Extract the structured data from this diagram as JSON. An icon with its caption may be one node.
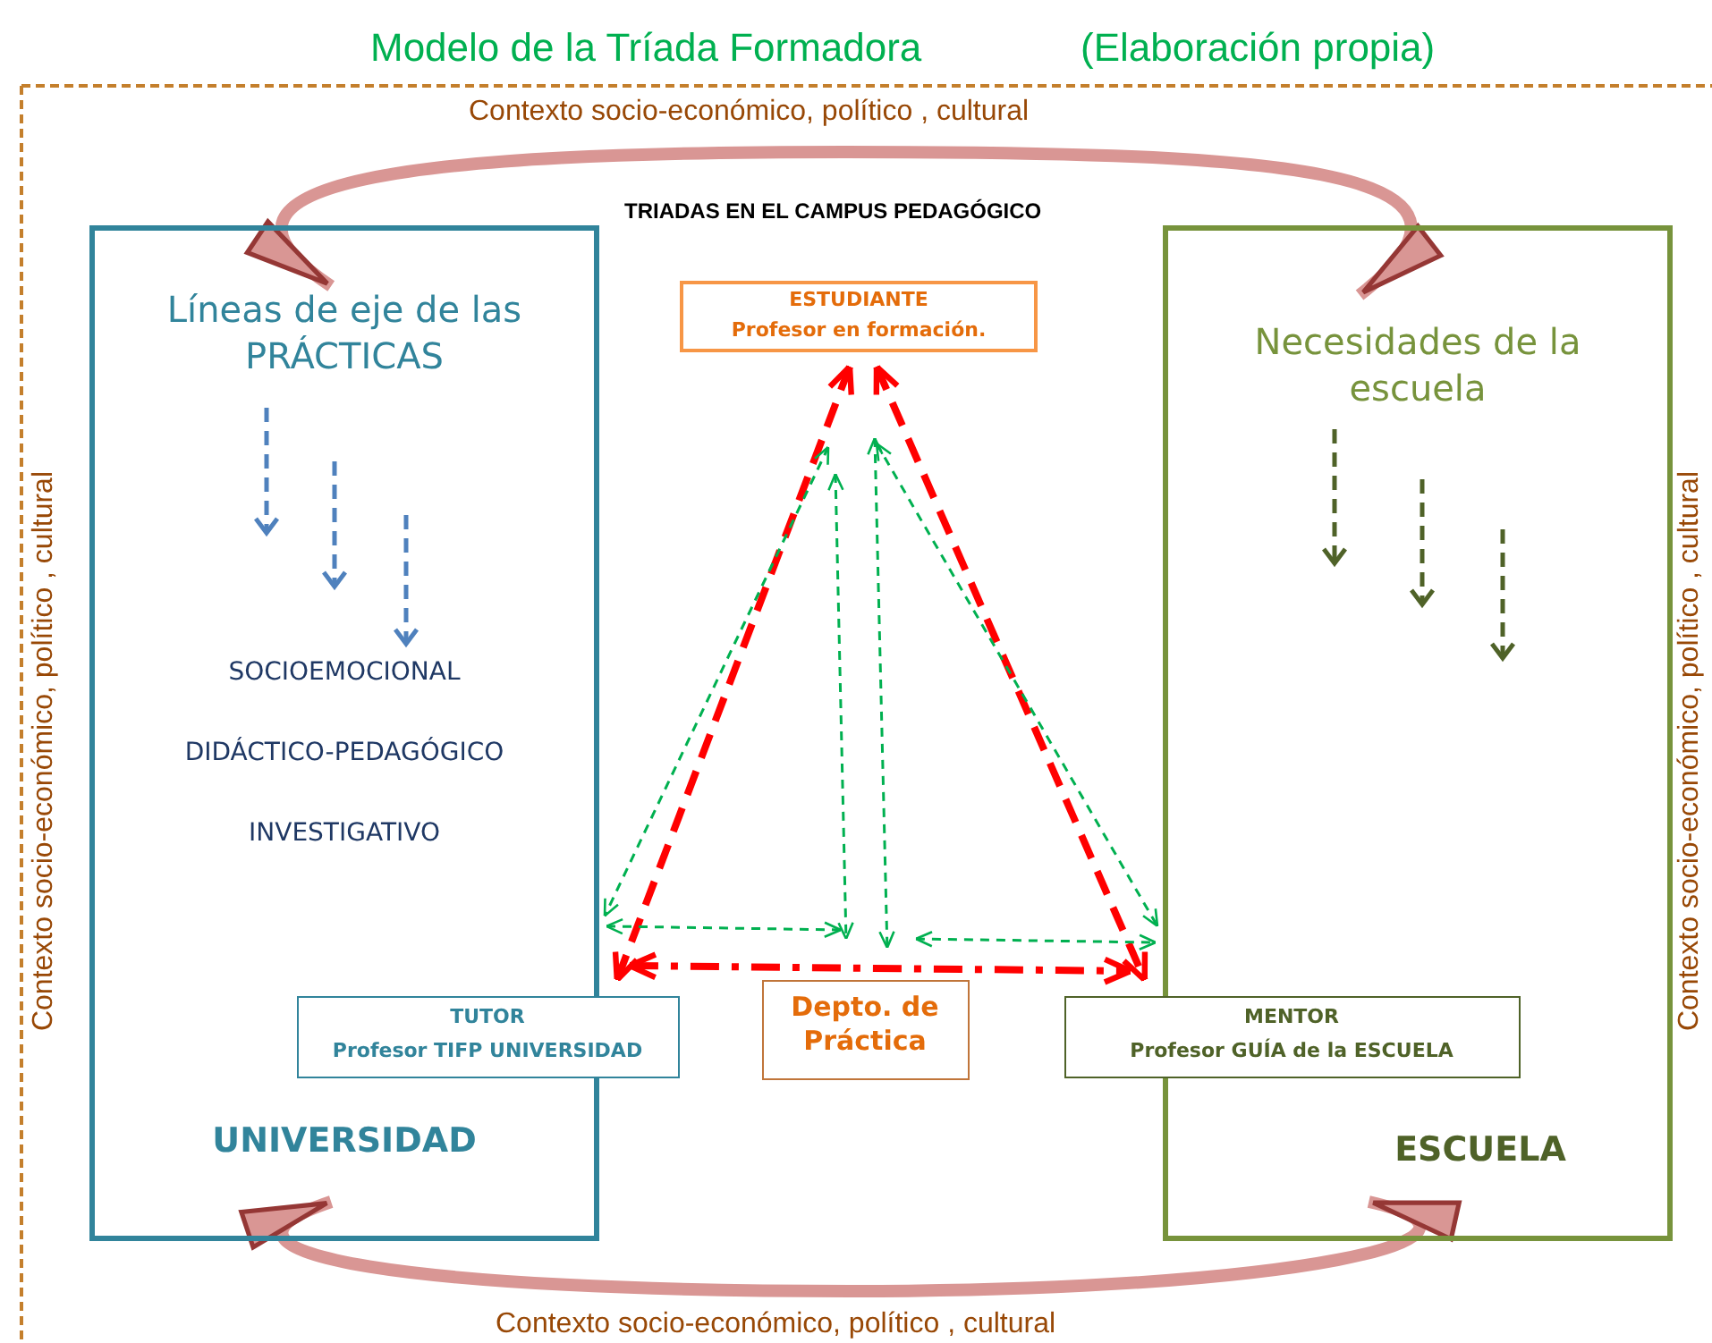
{
  "diagram": {
    "title": "Modelo de la Tríada Formadora",
    "nodes": [
      {
        "text": [
          "Líneas de eje de las PRÁCTICAS",
          "SOCIOEMOCIONAL",
          "DIDÁCTICO-PEDAGÓGICO",
          "INVESTIGATIVO",
          "UNIVERSIDAD"
        ]
      },
      {
        "text": [
          "Necesidades de la escuela",
          "ESCUELA"
        ]
      },
      {
        "text": [
          "ESTUDIANTE",
          "Profesor en formación."
        ]
      },
      {
        "text": [
          "TUTOR",
          "Profesor TIFP UNIVERSIDAD"
        ]
      },
      {
        "text": [
          "Depto. de Práctica"
        ]
      },
      {
        "text": [
          "MENTOR",
          "Profesor GUÍA de la ESCUELA"
        ]
      }
    ],
    "edges": [
      {
        "from": 2,
        "to": 3,
        "arrow": "both",
        "style": "dashed",
        "color": "#ff0000"
      },
      {
        "from": 2,
        "to": 5,
        "arrow": "both",
        "style": "dashed",
        "color": "#ff0000"
      },
      {
        "from": 3,
        "to": 5,
        "arrow": "both",
        "style": "dashed",
        "color": "#ff0000"
      },
      {
        "from": 2,
        "to": 0,
        "arrow": "both",
        "style": "dashed"
      },
      {
        "from": 0,
        "to": 4,
        "arrow": "both",
        "style": "dashed"
      },
      {
        "from": 2,
        "to": 4,
        "arrow": "both",
        "style": "dashed"
      },
      {
        "from": 2,
        "to": 4,
        "arrow": "both",
        "style": "dashed"
      },
      {
        "from": 4,
        "to": 1,
        "arrow": "both",
        "style": "dashed"
      },
      {
        "from": 2,
        "to": 1,
        "arrow": "both",
        "style": "dashed"
      },
      {
        "from": 0,
        "to": 1,
        "arrow": "both",
        "style": "thick",
        "color": "#d99694"
      },
      {
        "from": 0,
        "to": 1,
        "arrow": "both",
        "style": "thick",
        "color": "#d99694"
      }
    ],
    "labels": [
      "(Elaboración propia)",
      "Contexto socio-económico, político , cultural",
      "TRIADAS EN EL CAMPUS PEDAGÓGICO",
      "Contexto socio-económico, político , cultural",
      "Contexto socio-económico, político , cultural",
      "Contexto socio-económico, político , cultural"
    ]
  }
}
